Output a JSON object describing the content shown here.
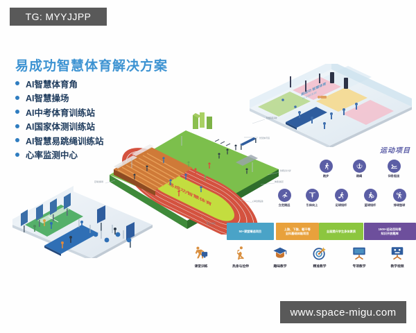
{
  "watermarks": {
    "top_left": "TG: MYYJJPP",
    "bottom_right": "www.space-migu.com"
  },
  "header": {
    "title": "易成功智慧体育解决方案",
    "title_color": "#3d93d2"
  },
  "bullets": {
    "dot_color": "#2f7dc0",
    "items": [
      {
        "label": "AI智慧体育角"
      },
      {
        "label": "AI智慧操场"
      },
      {
        "label": "AI中考体育训练站"
      },
      {
        "label": "AI国家体测训练站"
      },
      {
        "label": "AI智慧易跳绳训练站"
      },
      {
        "label": "心率监测中心"
      }
    ]
  },
  "track_scene": {
    "name": "isometric-running-track",
    "field_color": "#c3dd3f",
    "track_color": "#d8503f",
    "lane_color": "#e2705c",
    "grass_color": "#6fb24a",
    "bleacher_color": "#e08a3c",
    "infield_text": "易成功智慧体育",
    "callouts": [
      "智慧跑道系统",
      "智能显示大屏",
      "体能训练区",
      "心率监测设备",
      "跳远沙坑区",
      "足球训练场"
    ]
  },
  "gym_scene": {
    "name": "indoor-smart-gym",
    "floor_color": "#e9eef3",
    "court_color": "#55b06a",
    "mat_color": "#2f6fb5",
    "kiosk_color": "#3a6ea8"
  },
  "facility_scene": {
    "name": "indoor-training-facility",
    "zones": [
      "#b9d98f",
      "#f3c0cd",
      "#f5d98f",
      "#bfe0ef",
      "#eef3f7"
    ],
    "banner_text": "易成功 智慧体育"
  },
  "events_panel": {
    "title": "运动项目",
    "title_color": "#5d5fa8",
    "icon_color": "#5b5ea5",
    "row1": [
      {
        "label": "跑步",
        "glyph": "🏃"
      },
      {
        "label": "跳绳",
        "glyph": "🤸"
      },
      {
        "label": "仰卧起坐",
        "glyph": "🧘"
      }
    ],
    "row2": [
      {
        "label": "立定跳远",
        "glyph": "🏃"
      },
      {
        "label": "引体向上",
        "glyph": "🧍"
      },
      {
        "label": "足球绕杆",
        "glyph": "⚽"
      },
      {
        "label": "篮球绕杆",
        "glyph": "🏀"
      },
      {
        "label": "排球垫球",
        "glyph": "🏐"
      }
    ]
  },
  "tags": [
    {
      "color": "#4aa3c7",
      "lines": [
        "50+课堂精选项目"
      ]
    },
    {
      "color": "#e8a13c",
      "lines": [
        "上肢、下肢、躯干等",
        "全科基础体能项目"
      ]
    },
    {
      "color": "#8cc63f",
      "lines": [
        "全面提升学生身体素质"
      ]
    },
    {
      "color": "#6d4f9c",
      "lines": [
        "1500+运动百科等",
        "知识开放题库"
      ]
    }
  ],
  "teaching_row": [
    {
      "label": "课堂训练",
      "icon": "classroom-training-icon"
    },
    {
      "label": "热身与拉伸",
      "icon": "stretching-icon"
    },
    {
      "label": "趣味教学",
      "icon": "graduation-cap-icon"
    },
    {
      "label": "精准教学",
      "icon": "target-icon"
    },
    {
      "label": "专项教学",
      "icon": "whiteboard-icon"
    },
    {
      "label": "教学视频",
      "icon": "video-board-icon"
    }
  ]
}
